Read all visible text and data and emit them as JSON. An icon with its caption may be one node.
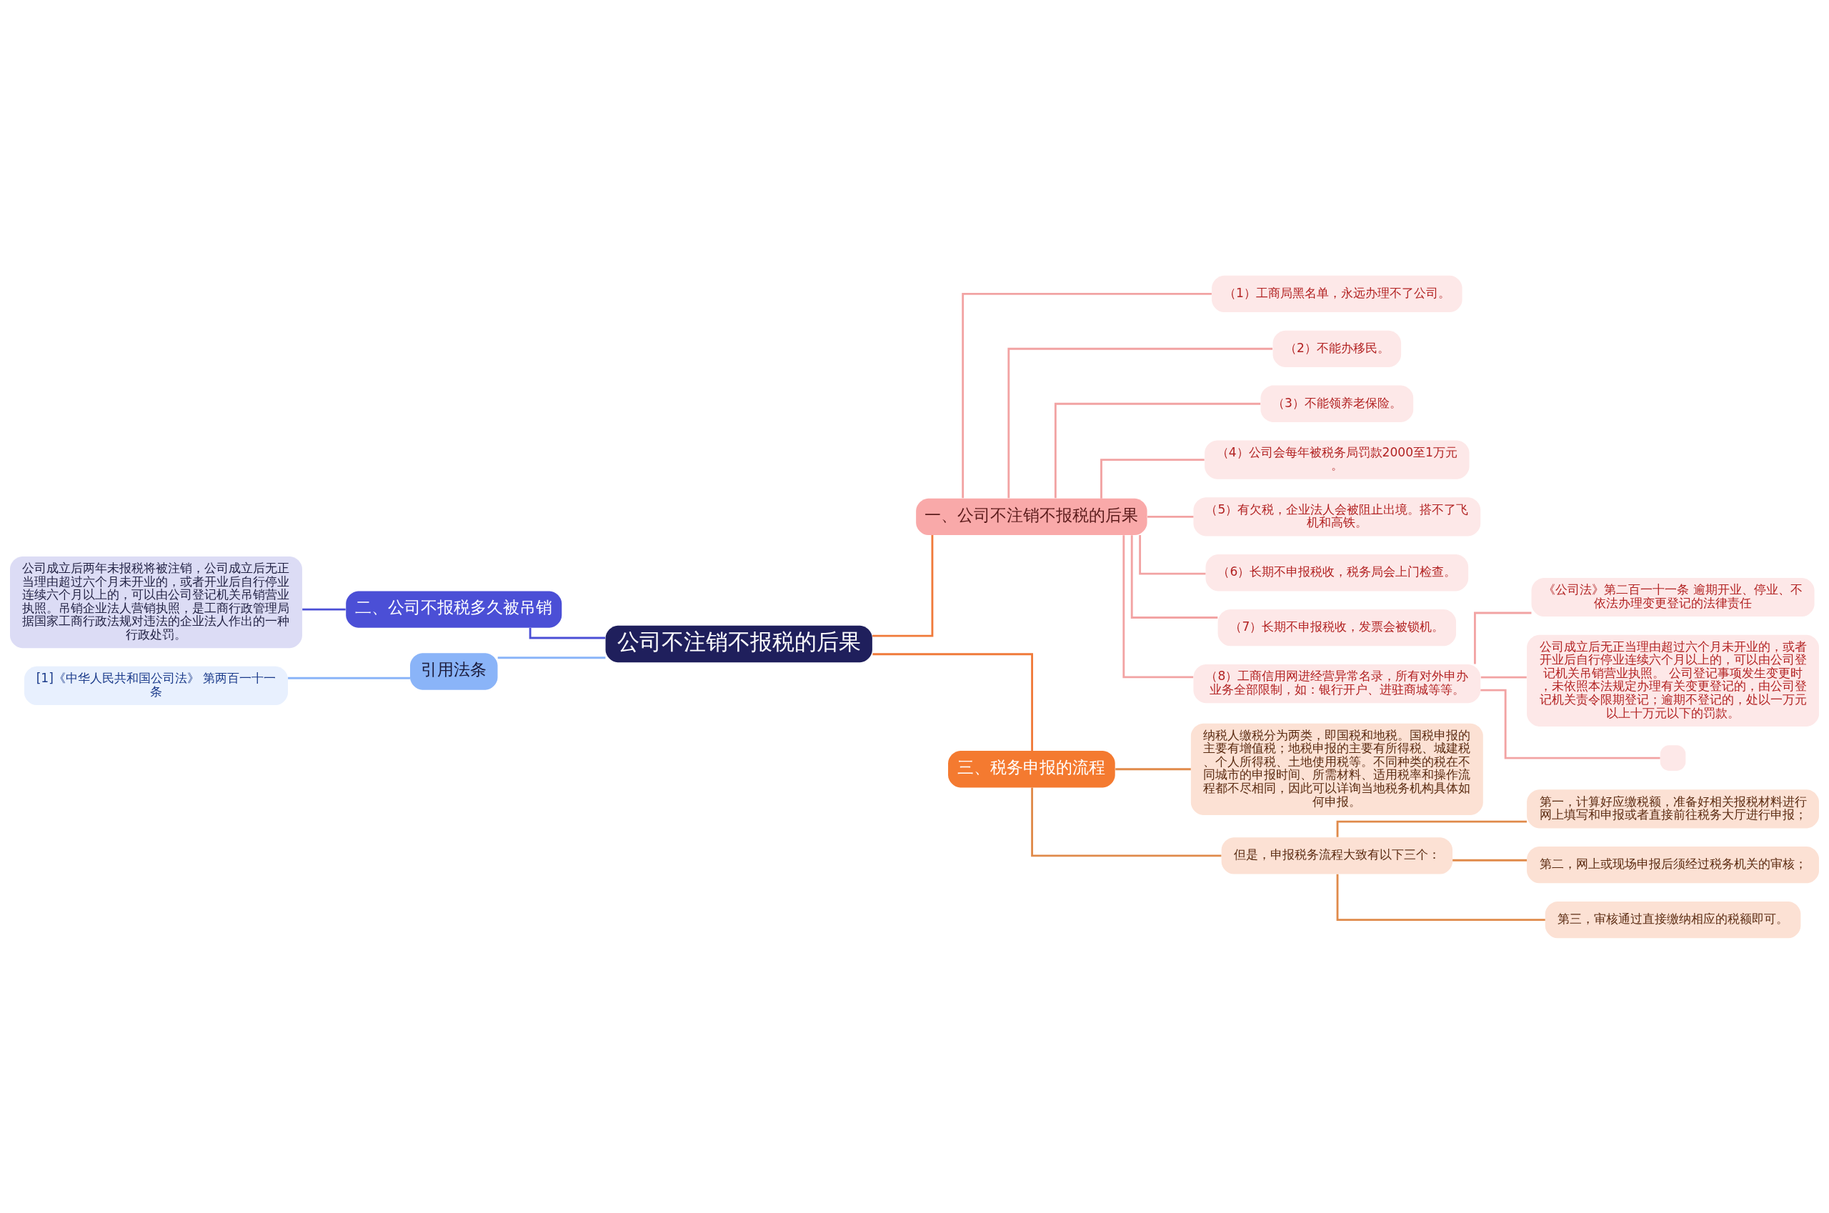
{
  "diagram": {
    "nodes": [
      {
        "text": [
          "公司不注销不报税的后果"
        ]
      },
      {
        "text": [
          "一、公司不注销不报税的后果"
        ]
      },
      {
        "text": [
          "（1）工商局黑名单，永远办理不了公司。"
        ]
      },
      {
        "text": [
          "（2）不能办移民。"
        ]
      },
      {
        "text": [
          "（3）不能领养老保险。"
        ]
      },
      {
        "text": [
          "（4）公司会每年被税务局罚款2000至1万元。"
        ]
      },
      {
        "text": [
          "（5）有欠税，企业法人会被阻止出境。搭不了飞机和高铁。"
        ]
      },
      {
        "text": [
          "（6）长期不申报税收，税务局会上门检查。"
        ]
      },
      {
        "text": [
          "（7）长期不申报税收，发票会被锁机。"
        ]
      },
      {
        "text": [
          "（8）工商信用网进经营异常名录，所有对外申办业务全部限制，如：银行开户、进驻商城等等。"
        ]
      },
      {
        "text": [
          "《公司法》第二百一十一条 逾期开业、停业、不依法办理变更登记的法律责任"
        ]
      },
      {
        "text": [
          "公司成立后无正当理由超过六个月未开业的，或者开业后自行停业连续六个月以上的，可以由公司登记机关吊销营业执照。 公司登记事项发生变更时，未依照本法规定办理有关变更登记的，由公司登记机关责令限期登记；逾期不登记的，处以一万元以上十万元以下的罚款。"
        ]
      },
      {
        "text": [],
        "shape": "box"
      },
      {
        "text": [
          "二、公司不报税多久被吊销"
        ]
      },
      {
        "text": [
          "公司成立后两年未报税将被注销，公司成立后无正当理由超过六个月未开业的，或者开业后自行停业连续六个月以上的，可以由公司登记机关吊销营业执照。吊销企业法人营销执照，是工商行政管理局据国家工商行政法规对违法的企业法人作出的一种行政处罚。"
        ]
      },
      {
        "text": [
          "引用法条"
        ]
      },
      {
        "text": [
          "[1]《中华人民共和国公司法》 第两百一十一条"
        ]
      },
      {
        "text": [
          "三、税务申报的流程"
        ]
      },
      {
        "text": [
          "纳税人缴税分为两类，即国税和地税。国税申报的主要有增值税；地税申报的主要有所得税、城建税、个人所得税、土地使用税等。不同种类的税在不同城市的申报时间、所需材料、适用税率和操作流程都不尽相同，因此可以详询当地税务机构具体如何申报。"
        ]
      },
      {
        "text": [
          "但是，申报税务流程大致有以下三个："
        ]
      },
      {
        "text": [
          "第一，计算好应缴税额，准备好相关报税材料进行网上填写和申报或者直接前往税务大厅进行申报；"
        ]
      },
      {
        "text": [
          "第二，网上或现场申报后须经过税务机关的审核；"
        ]
      },
      {
        "text": [
          "第三，审核通过直接缴纳相应的税额即可。"
        ]
      }
    ],
    "edges": [
      {
        "from": 0,
        "to": 1,
        "arrow": "none",
        "color": "#f07a3a"
      },
      {
        "from": 1,
        "to": 2,
        "arrow": "none"
      },
      {
        "from": 1,
        "to": 3,
        "arrow": "none"
      },
      {
        "from": 1,
        "to": 4,
        "arrow": "none"
      },
      {
        "from": 1,
        "to": 5,
        "arrow": "none"
      },
      {
        "from": 1,
        "to": 6,
        "arrow": "none"
      },
      {
        "from": 1,
        "to": 7,
        "arrow": "none"
      },
      {
        "from": 1,
        "to": 8,
        "arrow": "none"
      },
      {
        "from": 1,
        "to": 9,
        "arrow": "none"
      },
      {
        "from": 9,
        "to": 10,
        "arrow": "none"
      },
      {
        "from": 9,
        "to": 11,
        "arrow": "none"
      },
      {
        "from": 9,
        "to": 12,
        "arrow": "none"
      },
      {
        "from": 13,
        "to": 0,
        "arrow": "none",
        "color": "#4b4fd6"
      },
      {
        "from": 14,
        "to": 13,
        "arrow": "none",
        "color": "#4b4fd6"
      },
      {
        "from": 15,
        "to": 0,
        "arrow": "none",
        "color": "#8ab4f8"
      },
      {
        "from": 16,
        "to": 15,
        "arrow": "none",
        "color": "#8ab4f8"
      },
      {
        "from": 0,
        "to": 17,
        "arrow": "none",
        "color": "#f07a3a"
      },
      {
        "from": 17,
        "to": 18,
        "arrow": "none",
        "color": "#e08a4a"
      },
      {
        "from": 17,
        "to": 19,
        "arrow": "none",
        "color": "#e08a4a"
      },
      {
        "from": 19,
        "to": 20,
        "arrow": "none",
        "color": "#e08a4a"
      },
      {
        "from": 19,
        "to": 21,
        "arrow": "none",
        "color": "#e08a4a"
      },
      {
        "from": 19,
        "to": 22,
        "arrow": "none",
        "color": "#e08a4a"
      }
    ]
  }
}
